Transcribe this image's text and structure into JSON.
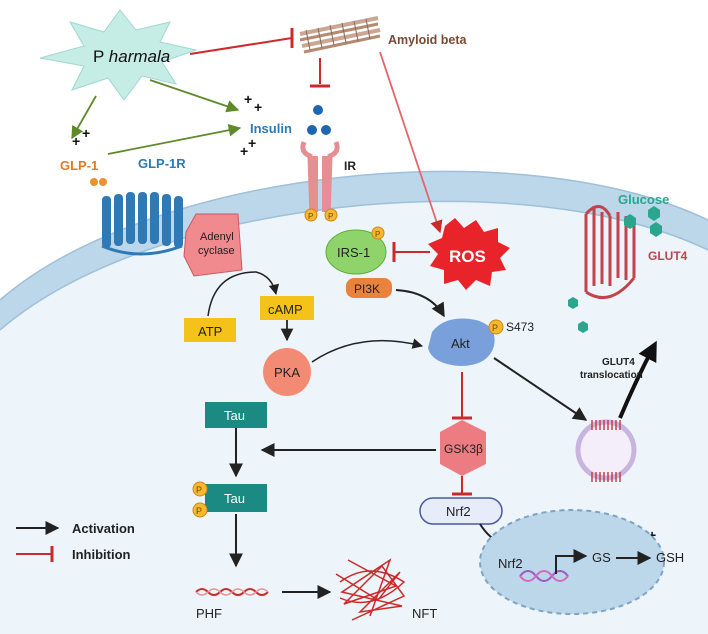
{
  "nodes": {
    "p_harmala_prefix": "P",
    "p_harmala_italic": "harmala",
    "amyloid_beta": "Amyloid beta",
    "insulin": "Insulin",
    "glp1": "GLP-1",
    "glp1r": "GLP-1R",
    "ir": "IR",
    "adenyl_line1": "Adenyl",
    "adenyl_line2": "cyclase",
    "irs1": "IRS-1",
    "ros": "ROS",
    "pi3k": "PI3K",
    "glucose": "Glucose",
    "glut4": "GLUT4",
    "atp": "ATP",
    "camp": "cAMP",
    "pka": "PKA",
    "akt": "Akt",
    "s473": "S473",
    "glut4_trans_line1": "GLUT4",
    "glut4_trans_line2": "translocation",
    "tau": "Tau",
    "tau_p": "Tau",
    "gsk3b": "GSK3β",
    "nrf2": "Nrf2",
    "nrf2_nucleus": "Nrf2",
    "gs": "GS",
    "gsh": "GSH",
    "phf": "PHF",
    "nft": "NFT",
    "p_label": "P",
    "plus": "+"
  },
  "legend": {
    "activation": "Activation",
    "inhibition": "Inhibition"
  },
  "colors": {
    "activation": "#222222",
    "inhibition": "#cc2a2a",
    "herb_arrow": "#5e8a2a",
    "membrane": "#bcd6ea",
    "cytoplasm": "#edf4fa",
    "receptor_blue": "#2f79b5",
    "receptor_red": "#c0444c",
    "glucose": "#2aa68f",
    "tau": "#1b8a82",
    "yellow": "#f5c21a",
    "phospho": "#f7b731"
  }
}
